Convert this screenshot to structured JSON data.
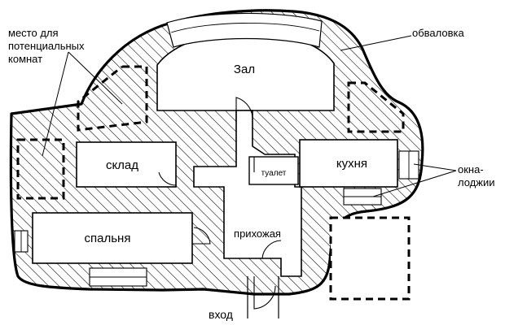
{
  "colors": {
    "ink": "#000000",
    "paper": "#ffffff",
    "hatch_bg": "#f4f4f4"
  },
  "rooms": {
    "hall": "Зал",
    "storage": "склад",
    "kitchen": "кухня",
    "toilet": "туалет",
    "bedroom": "спальня",
    "hallway": "прихожая"
  },
  "annotations": {
    "future_rooms": [
      "место для",
      "потенциаль­ных",
      "комнат"
    ],
    "berm": "обваловка",
    "windows": [
      "окна-",
      "лоджии"
    ],
    "entrance": "вход"
  }
}
